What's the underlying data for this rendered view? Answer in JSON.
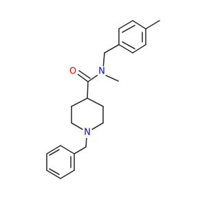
{
  "molecule": {
    "colors": {
      "bond": "#303030",
      "oxygen": "#ff0000",
      "nitrogen": "#0000ff"
    },
    "atom_labels": {
      "oxygen": "O",
      "amide_nitrogen": "N",
      "ring_nitrogen": "N"
    }
  }
}
